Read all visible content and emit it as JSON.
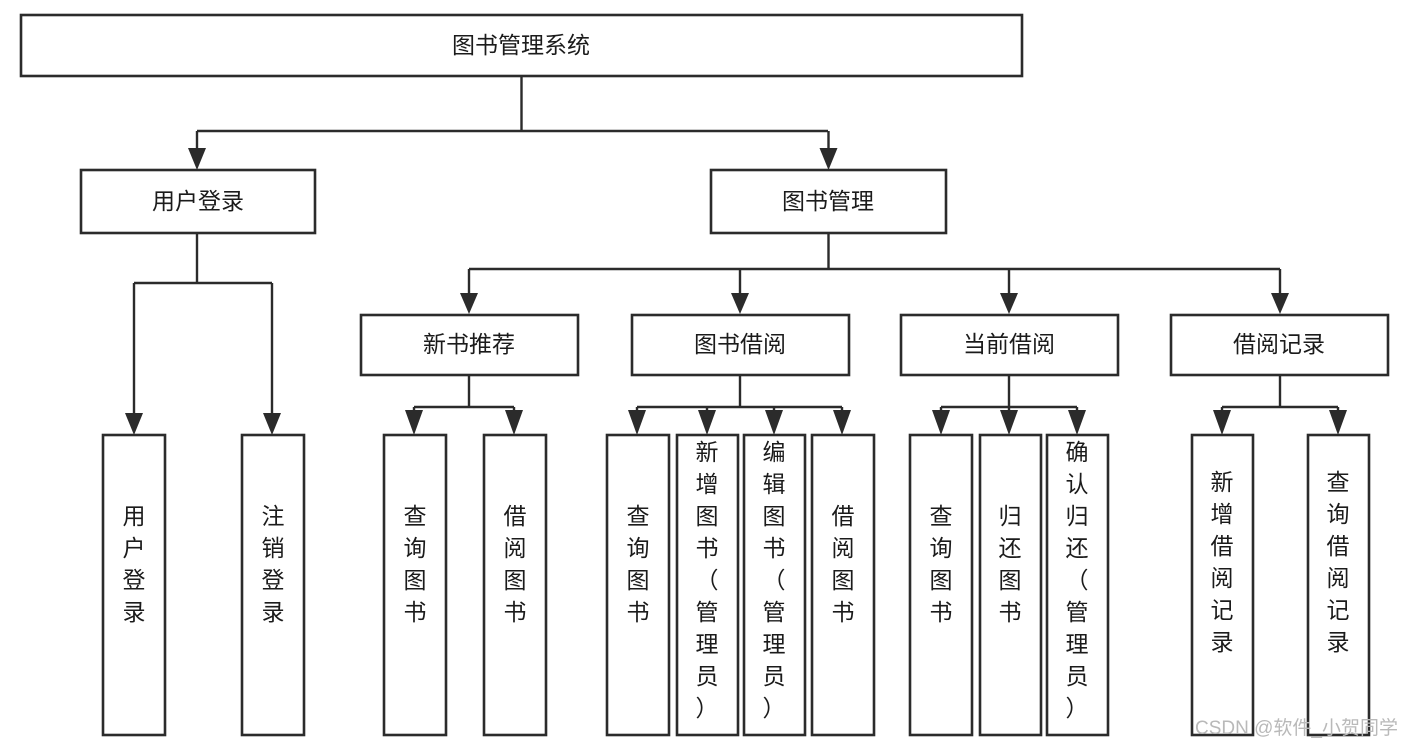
{
  "diagram": {
    "type": "hierarchy-tree",
    "title": "图书管理系统",
    "orientation": "top-down",
    "levels": 4,
    "nodes": {
      "root": {
        "label": "图书管理系统"
      },
      "level2": [
        {
          "id": "user-login",
          "label": "用户登录"
        },
        {
          "id": "book-management",
          "label": "图书管理"
        }
      ],
      "level3": [
        {
          "id": "new-book-recommend",
          "label": "新书推荐",
          "parent": "book-management"
        },
        {
          "id": "book-borrow",
          "label": "图书借阅",
          "parent": "book-management"
        },
        {
          "id": "current-borrow",
          "label": "当前借阅",
          "parent": "book-management"
        },
        {
          "id": "borrow-record",
          "label": "借阅记录",
          "parent": "book-management"
        }
      ],
      "leaves": [
        {
          "id": "leaf-user-login",
          "label": "用户登录",
          "parent": "user-login"
        },
        {
          "id": "leaf-logout-login",
          "label": "注销登录",
          "parent": "user-login"
        },
        {
          "id": "leaf-query-book-1",
          "label": "查询图书",
          "parent": "new-book-recommend"
        },
        {
          "id": "leaf-borrow-book-1",
          "label": "借阅图书",
          "parent": "new-book-recommend"
        },
        {
          "id": "leaf-query-book-2",
          "label": "查询图书",
          "parent": "book-borrow"
        },
        {
          "id": "leaf-add-book",
          "label": "新增图书（管理员）",
          "parent": "book-borrow"
        },
        {
          "id": "leaf-edit-book",
          "label": "编辑图书（管理员）",
          "parent": "book-borrow"
        },
        {
          "id": "leaf-borrow-book-2",
          "label": "借阅图书",
          "parent": "book-borrow"
        },
        {
          "id": "leaf-query-book-3",
          "label": "查询图书",
          "parent": "current-borrow"
        },
        {
          "id": "leaf-return-book",
          "label": "归还图书",
          "parent": "current-borrow"
        },
        {
          "id": "leaf-confirm-return",
          "label": "确认归还（管理员）",
          "parent": "current-borrow"
        },
        {
          "id": "leaf-add-record",
          "label": "新增借阅记录",
          "parent": "borrow-record"
        },
        {
          "id": "leaf-query-record",
          "label": "查询借阅记录",
          "parent": "borrow-record"
        }
      ]
    },
    "colors": {
      "node_fill": "#ffffff",
      "node_stroke": "#2b2b2b",
      "connector": "#2b2b2b",
      "label_text": "#1b1b1b",
      "background": "#ffffff",
      "watermark": "#b9b9b9"
    }
  },
  "watermark": {
    "text": "CSDN @软件_小贺同学"
  }
}
